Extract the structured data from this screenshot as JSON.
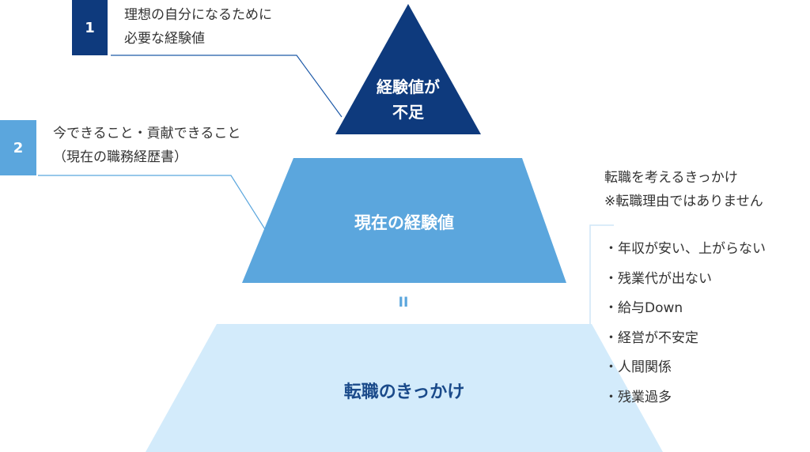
{
  "pyramid": {
    "top": {
      "label_line1": "経験値が",
      "label_line2": "不足",
      "color": "#0e3a7d"
    },
    "middle": {
      "label": "現在の経験値",
      "color": "#5ba6dd"
    },
    "bottom": {
      "label": "転職のきっかけ",
      "color": "#d3ebfb",
      "text_color": "#1a4a8a"
    },
    "equals_sign": "II"
  },
  "callouts": [
    {
      "number": "1",
      "line1": "理想の自分になるために",
      "line2": "必要な経験値",
      "color": "#0e3a7d"
    },
    {
      "number": "2",
      "line1": "今できること・貢献できること",
      "line2": "（現在の職務経歴書）",
      "color": "#5ba6dd"
    }
  ],
  "trigger_note": {
    "line1": "転職を考えるきっかけ",
    "line2": "※転職理由ではありません"
  },
  "trigger_list": [
    "・年収が安い、上がらない",
    "・残業代が出ない",
    "・給与Down",
    "・経営が不安定",
    "・人間関係",
    "・残業過多"
  ]
}
